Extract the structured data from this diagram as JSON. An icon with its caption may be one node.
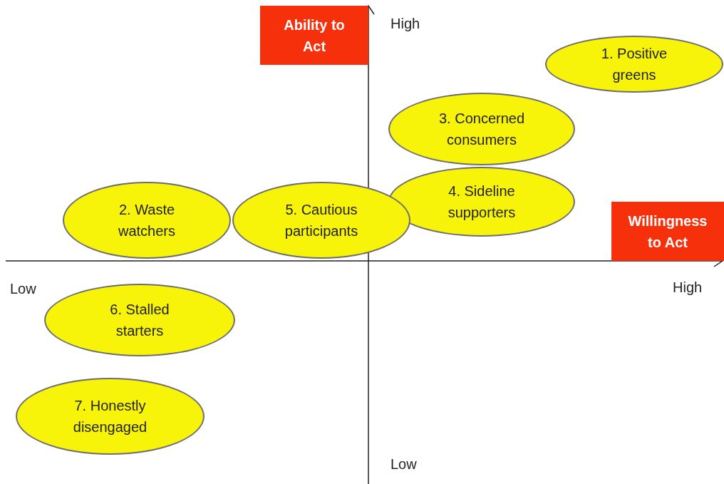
{
  "diagram": {
    "nodes": [
      {
        "text": [
          "Ability to Act"
        ]
      },
      {
        "text": [
          "1. Positive greens"
        ]
      },
      {
        "text": [
          "3. Concerned consumers"
        ]
      },
      {
        "text": [
          "4. Sideline supporters"
        ]
      },
      {
        "text": [
          "2. Waste watchers"
        ]
      },
      {
        "text": [
          "5. Cautious participants"
        ]
      },
      {
        "text": [
          "Willingness to Act"
        ]
      },
      {
        "text": [
          "6. Stalled starters"
        ]
      },
      {
        "text": [
          "7. Honestly disengaged"
        ]
      }
    ],
    "edges": [],
    "labels": [
      "High",
      "Low",
      "High",
      "Low"
    ]
  }
}
